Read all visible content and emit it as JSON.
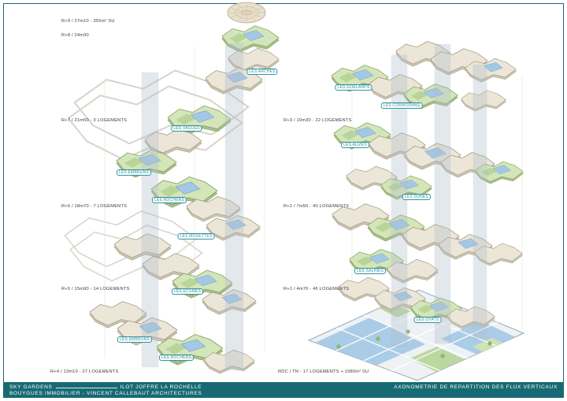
{
  "colors": {
    "teal_bar": "#176a74",
    "frame": "#1f7680",
    "capsule": "#2f96a1",
    "plate_beige": "#ece6d8",
    "plate_green": "#d5e5ba",
    "pool_blue": "#a3c8e6",
    "shaft": "#b1becb",
    "label_text": "#3c3c3c"
  },
  "floor_labels": {
    "left": [
      "R+9 / 27m10 - 355m² SU",
      "R+8 / 24m30",
      "R+7 / 21m50 - 3 LOGEMENTS",
      "R+6 / 18m70 - 7 LOGEMENTS",
      "R+5 / 15m90 - 14 LOGEMENTS",
      "R+4 / 13m10 - 27 LOGEMENTS"
    ],
    "right": [
      "R+3 / 10m30 - 22 LOGEMENTS",
      "R+2 / 7m50 - 40 LOGEMENTS",
      "R+1 / 4m70 - 46 LOGEMENTS",
      "RDC / TN - 17 LOGEMENTS + 1980m² SU"
    ]
  },
  "plate_tags": [
    "LES ARCHES",
    "LES VAGUES",
    "LES EMBRUNS",
    "LES ROCHERS",
    "LES MOUETTES",
    "LES ECUMES",
    "LES EMBRUNS",
    "LES ROCHERS",
    "LES GOELANDS",
    "LES CORMORANS",
    "LES ALIZES",
    "LES DUNES",
    "LES SALINES",
    "LES OYATS"
  ],
  "footer": {
    "project": "SKY GARDENS",
    "site": "ILOT JOFFRE LA ROCHELLE",
    "client_line": "BOUYGUES IMMOBILIER - VINCENT CALLEBAUT ARCHITECTURES",
    "drawing_title": "AXONOMETRIE DE REPARTITION  DES FLUX VERTICAUX"
  }
}
